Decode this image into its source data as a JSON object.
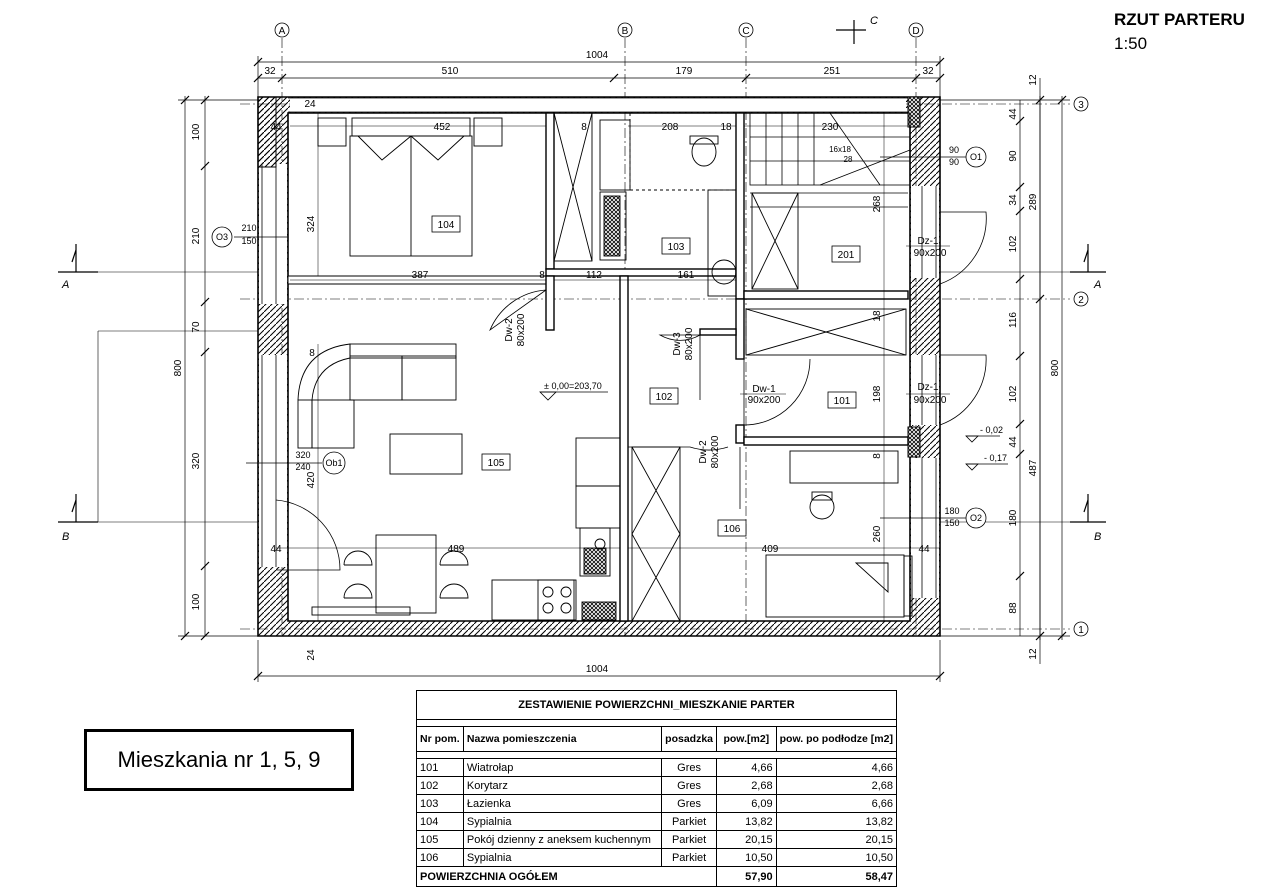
{
  "header": {
    "title": "RZUT PARTERU",
    "scale": "1:50"
  },
  "apartment_label": "Mieszkania nr 1, 5, 9",
  "axes": {
    "columns": [
      "A",
      "B",
      "C",
      "D"
    ],
    "rows": [
      "3",
      "2",
      "1"
    ]
  },
  "sections": {
    "aa": "A",
    "bb": "B",
    "cc": "C"
  },
  "dimensions": {
    "top_total": "1004",
    "top_segments": [
      "32",
      "510",
      "179",
      "251",
      "32"
    ],
    "bottom_total": "1004",
    "left_total": "800",
    "left_segments": [
      "100",
      "210",
      "70",
      "320",
      "100"
    ],
    "right_total": "800",
    "right_mid": [
      "289",
      "487"
    ],
    "right_outer": [
      "12",
      "12"
    ],
    "right_inner": [
      "44",
      "90",
      "34",
      "102",
      "116",
      "102",
      "44",
      "180",
      "88"
    ],
    "interior": [
      "24",
      "44",
      "452",
      "8",
      "208",
      "18",
      "230",
      "324",
      "387",
      "8",
      "112",
      "161",
      "8",
      "420",
      "44",
      "489",
      "24",
      "409",
      "44",
      "268",
      "18",
      "198",
      "8",
      "260"
    ]
  },
  "rooms": [
    "101",
    "102",
    "103",
    "104",
    "105",
    "106",
    "201"
  ],
  "doors": [
    {
      "name": "Dw-2",
      "size": "80x200"
    },
    {
      "name": "Dw-3",
      "size": "80x200"
    },
    {
      "name": "Dw-1",
      "size": "90x200"
    },
    {
      "name": "Dw-2",
      "size": "80x200"
    },
    {
      "name": "Dz-1",
      "size": "90x200"
    },
    {
      "name": "Dz-1",
      "size": "90x200"
    }
  ],
  "windows": [
    {
      "name": "O3",
      "size_top": "210",
      "size_bottom": "150"
    },
    {
      "name": "Ob1",
      "size_top": "320",
      "size_bottom": "240"
    },
    {
      "name": "O1",
      "size_top": "90",
      "size_bottom": "90"
    },
    {
      "name": "O2",
      "size_top": "180",
      "size_bottom": "150"
    }
  ],
  "levels": {
    "main": "± 0,00=203,70",
    "step1": "- 0,02",
    "step2": "- 0,17"
  },
  "stair_label": [
    "16x18",
    "28"
  ],
  "area_table": {
    "title": "ZESTAWIENIE POWIERZCHNI_MIESZKANIE PARTER",
    "headers": [
      "Nr pom.",
      "Nazwa pomieszczenia",
      "posadzka",
      "pow.[m2]",
      "pow. po podłodze [m2]"
    ],
    "rows": [
      [
        "101",
        "Wiatrołap",
        "Gres",
        "4,66",
        "4,66"
      ],
      [
        "102",
        "Korytarz",
        "Gres",
        "2,68",
        "2,68"
      ],
      [
        "103",
        "Łazienka",
        "Gres",
        "6,09",
        "6,66"
      ],
      [
        "104",
        "Sypialnia",
        "Parkiet",
        "13,82",
        "13,82"
      ],
      [
        "105",
        "Pokój dzienny z aneksem kuchennym",
        "Parkiet",
        "20,15",
        "20,15"
      ],
      [
        "106",
        "Sypialnia",
        "Parkiet",
        "10,50",
        "10,50"
      ]
    ],
    "total": {
      "label": "POWIERZCHNIA OGÓŁEM",
      "area": "57,90",
      "floor_area": "58,47"
    }
  }
}
